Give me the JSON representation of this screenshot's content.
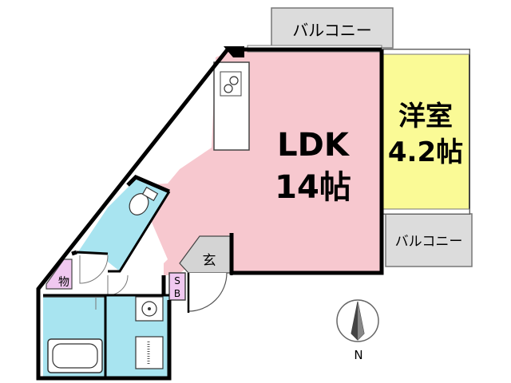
{
  "colors": {
    "ldk": "#f7c8cf",
    "western_room": "#fafa96",
    "wet_area": "#a8e4f0",
    "balcony": "#dcdcdc",
    "wall": "#000000",
    "entrance": "#d4d4d4",
    "sb": "#f0c8f0",
    "storage": "#f0c8f0"
  },
  "rooms": {
    "ldk": {
      "name": "LDK",
      "size": "14帖"
    },
    "western": {
      "name": "洋室",
      "size": "4.2帖"
    },
    "entrance": {
      "name": "玄"
    },
    "storage": {
      "name": "物"
    },
    "shoe_box": {
      "line1": "S",
      "line2": "B"
    }
  },
  "balconies": {
    "top": "バルコニー",
    "right": "バルコニー"
  },
  "compass": {
    "label": "N"
  },
  "icons": [
    "stove-icon",
    "toilet-icon",
    "bathtub-icon",
    "washbasin-icon",
    "washer-icon"
  ]
}
